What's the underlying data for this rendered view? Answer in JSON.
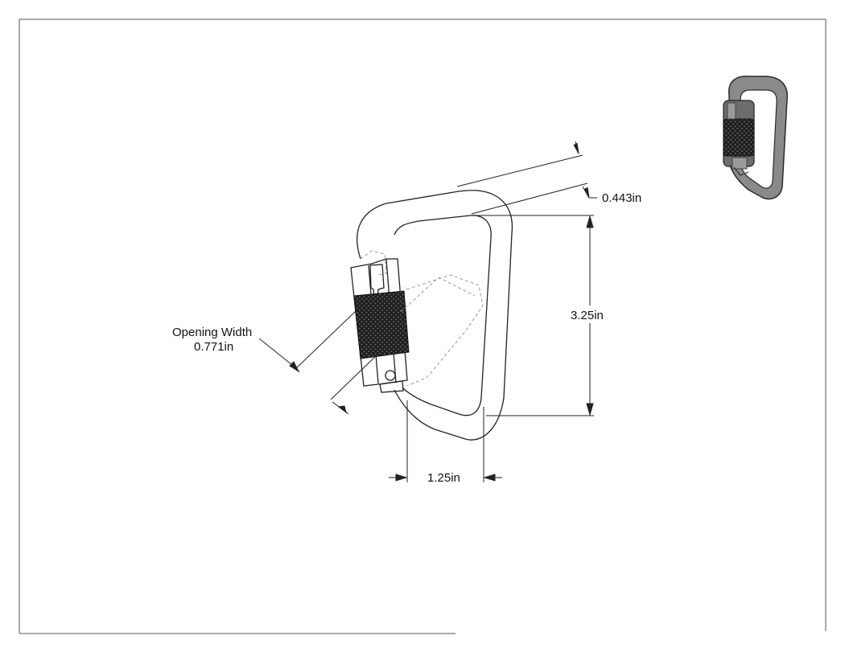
{
  "colors": {
    "background": "#ffffff",
    "border": "#555555",
    "line": "#222222",
    "hidden_line": "#999999",
    "knurl": "#1c1c1c"
  },
  "icons": [
    "carabiner-drawing",
    "carabiner-isometric-view"
  ],
  "dimensions": {
    "gate_thickness": "0.443in",
    "length": "3.25in",
    "width": "1.25in",
    "opening_label": "Opening Width",
    "opening_value": "0.771in"
  }
}
